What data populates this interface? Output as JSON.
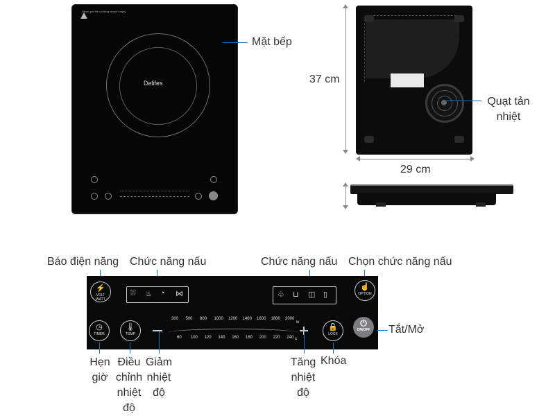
{
  "top_labels": {
    "cooktop_surface": "Mặt bếp",
    "height_dim": "37 cm",
    "width_dim": "29 cm",
    "fan_line1": "Quạt tản",
    "fan_line2": "nhiệt"
  },
  "cooktop": {
    "brand": "Delifes",
    "warning_text": "Never put the cooking vessel empty"
  },
  "panel_labels": {
    "power_indicator": "Báo điện năng",
    "cooking_functions_left": "Chức năng nấu",
    "cooking_functions_right": "Chức năng nấu",
    "select_function": "Chọn chức năng nấu",
    "on_off": "Tắt/Mở",
    "timer": "Hẹn giờ",
    "temp_adjust": "Điều chỉnh nhiệt độ",
    "decrease_temp": "Giảm nhiệt độ",
    "increase_temp": "Tăng nhiệt độ",
    "lock": "Khóa"
  },
  "panel": {
    "volt_label_1": "VOLT",
    "volt_label_2": "WATT",
    "option_label": "OPTION",
    "timer_label": "TIMER",
    "temp_label": "TEMP",
    "lock_label": "LOCK",
    "onoff_label": "ON/OFF",
    "watt_scale": [
      "300",
      "500",
      "800",
      "1000",
      "1200",
      "1400",
      "1600",
      "1800",
      "2000"
    ],
    "watt_unit": "w",
    "temp_scale": [
      "60",
      "100",
      "120",
      "140",
      "160",
      "180",
      "200",
      "220",
      "240"
    ],
    "temp_unit": "c",
    "minus": "—",
    "plus": "+"
  },
  "icons": {
    "volt": "lightning-icon",
    "option": "hand-press-icon",
    "timer": "clock-icon",
    "temp": "thermometer-icon",
    "lock": "padlock-icon",
    "onoff": "power-icon"
  }
}
